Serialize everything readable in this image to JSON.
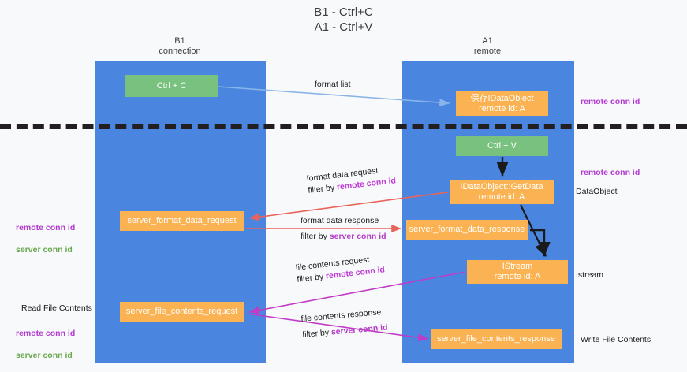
{
  "title": "B1 - Ctrl+C\nA1 - Ctrl+V",
  "columns": [
    {
      "name": "B1",
      "role": "connection",
      "label": "B1\nconnection"
    },
    {
      "name": "A1",
      "role": "remote",
      "label": "A1\nremote"
    }
  ],
  "colors": {
    "background": "#f8f9fa",
    "lane": "#4a86e0",
    "node_green": "#78c17e",
    "node_orange": "#fbb253",
    "divider": "#231f20",
    "arrow_blue": "#8ab4e8",
    "arrow_black": "#1a1a1a",
    "arrow_red": "#e8645a",
    "arrow_magenta": "#c13bc6",
    "accent_purple": "#b23bd0",
    "accent_green": "#6aa84f"
  },
  "nodes": {
    "ctrl_c": "Ctrl + C",
    "save_idataobject": "保存IDataObject\nremote id: A",
    "ctrl_v": "Ctrl + V",
    "getdata": "IDataObject::GetData\nremote id: A",
    "server_format_data_request": "server_format_data_request",
    "server_format_data_response": "server_format_data_response",
    "istream": "IStream\nremote id: A",
    "server_file_contents_request": "server_file_contents_request",
    "server_file_contents_response": "server_file_contents_response"
  },
  "edge_labels": {
    "format_list": "format list",
    "format_data_request": "format data request",
    "format_data_request_filter_prefix": "filter by ",
    "format_data_request_filter_key": "remote conn id",
    "format_data_response": "format data response",
    "format_data_response_filter_prefix": "filter by ",
    "format_data_response_filter_key": "server conn id",
    "file_contents_request": "file contents request",
    "file_contents_request_filter_prefix": "filter by ",
    "file_contents_request_filter_key": "remote conn id",
    "file_contents_response": "file contents response",
    "file_contents_response_filter_prefix": "filter by ",
    "file_contents_response_filter_key": "server conn id"
  },
  "side_labels": {
    "remote_conn_id_top": "remote conn id",
    "remote_conn_id_mid": "remote conn id",
    "dataobject": "DataObject",
    "istream": "Istream",
    "write_file_contents": "Write File Contents",
    "read_file_contents": "Read File Contents",
    "left_remote_conn_id": "remote conn id",
    "left_server_conn_id": "server conn id",
    "left_remote_conn_id_2": "remote conn id",
    "left_server_conn_id_2": "server conn id"
  }
}
